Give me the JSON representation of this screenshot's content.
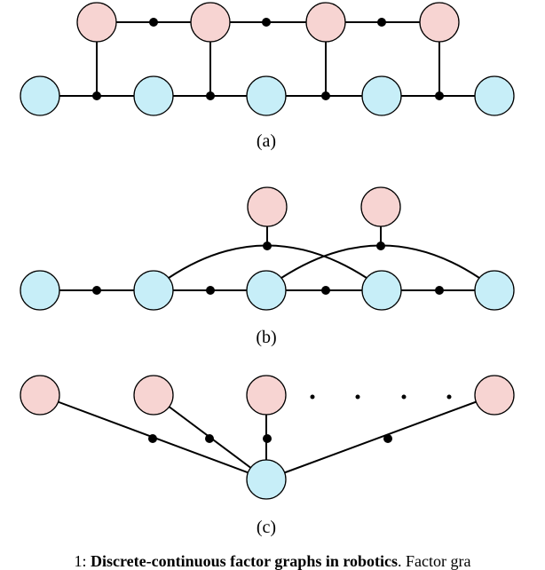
{
  "colors": {
    "discrete": "#f7d4d2",
    "continuous": "#c7eef8",
    "factor": "#000000"
  },
  "panels": [
    {
      "id": "a",
      "label": "(a)"
    },
    {
      "id": "b",
      "label": "(b)"
    },
    {
      "id": "c",
      "label": "(c)"
    }
  ],
  "caption": {
    "prefix": "1: ",
    "title": "Discrete-continuous factor graphs in robotics",
    "rest": ". Factor gra"
  }
}
